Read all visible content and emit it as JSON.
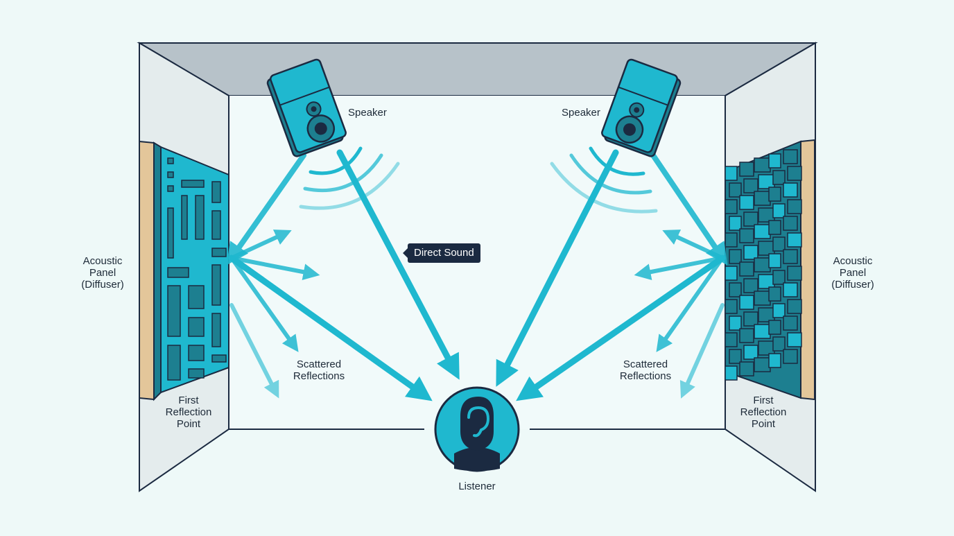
{
  "colors": {
    "background": "#eef9f8",
    "outline": "#1b2a41",
    "accent": "#1fb8cf",
    "panel_dark": "#1d7f90",
    "wood": "#e3c69a",
    "ceiling": "#b7c2c9",
    "wall": "#e4eced"
  },
  "labels": {
    "speaker_left": "Speaker",
    "speaker_right": "Speaker",
    "direct_sound": "Direct Sound",
    "panel_left": "Acoustic\nPanel\n(Diffuser)",
    "panel_right": "Acoustic\nPanel\n(Diffuser)",
    "scattered_left": "Scattered\nReflections",
    "scattered_right": "Scattered\nReflections",
    "reflection_left": "First\nReflection\nPoint",
    "reflection_right": "First\nReflection\nPoint",
    "listener": "Listener"
  },
  "icons": {
    "speaker": "studio-monitor-icon",
    "listener": "listener-ear-icon",
    "wave": "sound-wave-icon"
  }
}
